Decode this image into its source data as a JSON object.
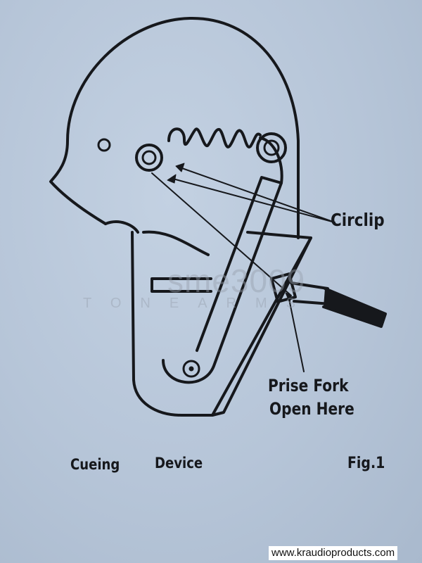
{
  "labels": {
    "circlip": "Circlip",
    "prise_line1": "Prise Fork",
    "prise_line2": "Open Here",
    "caption_word1": "Cueing",
    "caption_word2": "Device",
    "figure": "Fig.1"
  },
  "watermark": {
    "brand": "sme3009",
    "sub": "TONEARMS"
  },
  "footer": {
    "url": "www.kraudioproducts.com"
  },
  "colors": {
    "paper": "#b8c6d8",
    "ink": "#16181c",
    "watermark": "#97a0ab",
    "footer_bg": "#ffffff"
  }
}
